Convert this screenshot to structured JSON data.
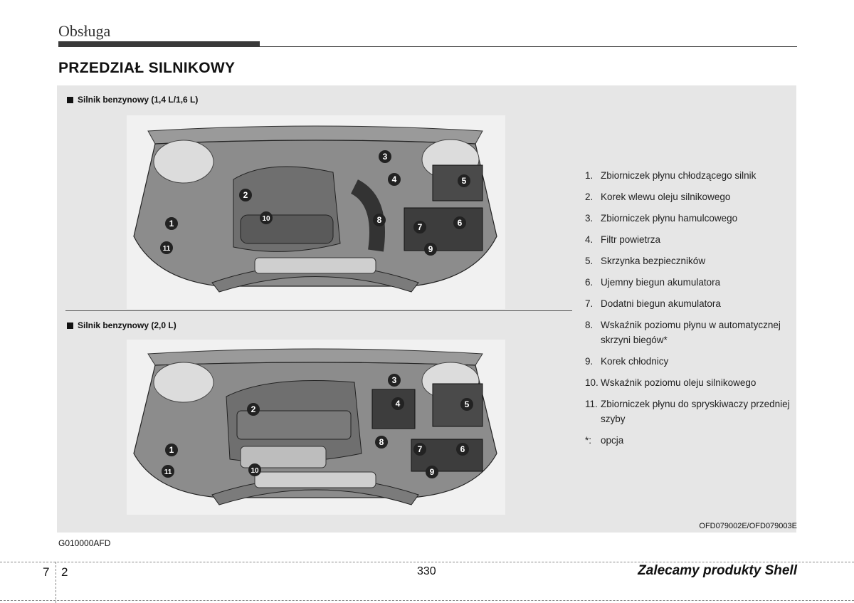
{
  "header": {
    "section": "Obsługa"
  },
  "page_title": "PRZEDZIAŁ SILNIKOWY",
  "engine_1": {
    "label": "Silnik benzynowy (1,4 L/1,6 L)"
  },
  "engine_2": {
    "label": "Silnik benzynowy (2,0 L)"
  },
  "callouts": [
    "1",
    "2",
    "3",
    "4",
    "5",
    "6",
    "7",
    "8",
    "9",
    "10",
    "11"
  ],
  "legend": [
    {
      "num": "1.",
      "text": "Zbiorniczek płynu chłodzącego silnik"
    },
    {
      "num": "2.",
      "text": "Korek wlewu oleju silnikowego"
    },
    {
      "num": "3.",
      "text": "Zbiorniczek płynu hamulcowego"
    },
    {
      "num": "4.",
      "text": "Filtr powietrza"
    },
    {
      "num": "5.",
      "text": "Skrzynka bezpieczników"
    },
    {
      "num": "6.",
      "text": "Ujemny biegun akumulatora"
    },
    {
      "num": "7.",
      "text": "Dodatni biegun akumulatora"
    },
    {
      "num": "8.",
      "text": "Wskaźnik poziomu płynu w automatycznej skrzyni biegów*"
    },
    {
      "num": "9.",
      "text": "Korek chłodnicy"
    },
    {
      "num": "10.",
      "text": "Wskaźnik poziomu oleju silnikowego"
    },
    {
      "num": "11.",
      "text": "Zbiorniczek płynu do spryskiwaczy przedniej szyby"
    },
    {
      "num": "*:",
      "text": "opcja"
    }
  ],
  "figure_code": "OFD079002E/OFD079003E",
  "doc_code": "G010000AFD",
  "footer": {
    "chapter": "7",
    "chapter_page": "2",
    "page_number": "330",
    "slogan": "Zalecamy produkty Shell"
  }
}
